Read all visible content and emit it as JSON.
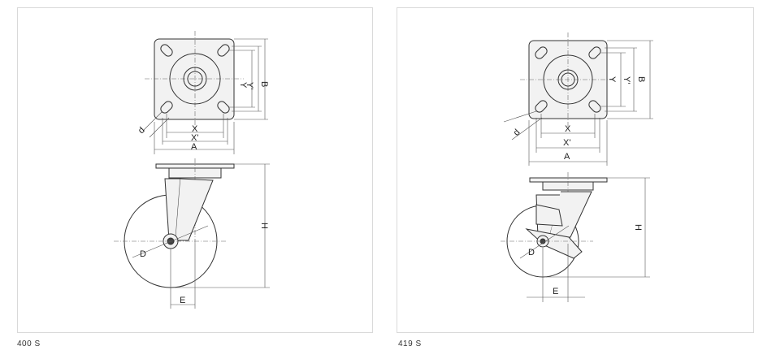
{
  "panels": [
    {
      "caption": "400 S",
      "labels": {
        "A": "A",
        "B": "B",
        "X": "X",
        "X_prime": "X'",
        "Y": "Y",
        "Y_prime": "Y'",
        "d": "d",
        "H": "H",
        "D": "D",
        "E": "E"
      }
    },
    {
      "caption": "419 S",
      "labels": {
        "A": "A",
        "B": "B",
        "X": "X",
        "X_prime": "X'",
        "Y": "Y",
        "Y_prime": "Y'",
        "d": "d",
        "H": "H",
        "D": "D",
        "E": "E"
      }
    }
  ]
}
